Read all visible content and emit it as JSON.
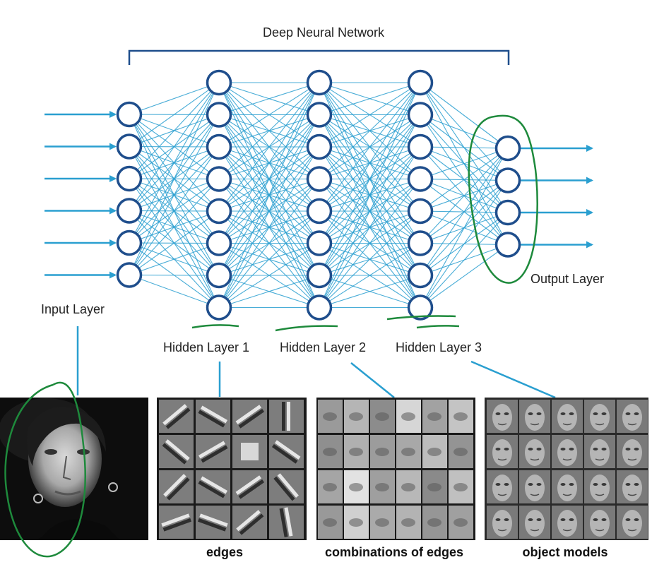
{
  "title": "Deep Neural Network",
  "layers": {
    "input": {
      "label": "Input Layer",
      "nodes": 6
    },
    "hidden1": {
      "label": "Hidden Layer 1",
      "nodes": 8
    },
    "hidden2": {
      "label": "Hidden Layer 2",
      "nodes": 8
    },
    "hidden3": {
      "label": "Hidden Layer 3",
      "nodes": 8
    },
    "output": {
      "label": "Output Layer",
      "nodes": 4
    }
  },
  "panels": {
    "face": {
      "caption": ""
    },
    "edges": {
      "caption": "edges"
    },
    "combinations": {
      "caption": "combinations of edges"
    },
    "objects": {
      "caption": "object models"
    }
  },
  "colors": {
    "node_stroke": "#1f4e8c",
    "connection": "#2a9fd0",
    "arrow": "#2a9fd0",
    "bracket": "#1f4e8c",
    "annotation": "#1e8a3c"
  }
}
